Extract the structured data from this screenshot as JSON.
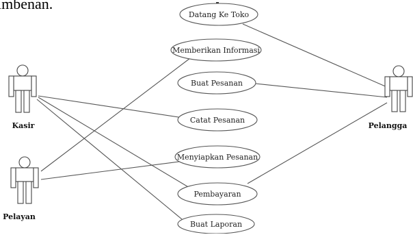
{
  "header_text": "imbenan.",
  "actors": [
    {
      "id": "kasir",
      "label": "Kasir"
    },
    {
      "id": "pelayan",
      "label": "Pelayan"
    },
    {
      "id": "pelanggan",
      "label": "Pelangga"
    }
  ],
  "use_cases": [
    {
      "id": "datang",
      "label": "Datang Ke Toko"
    },
    {
      "id": "memberikan",
      "label": "Memberikan Informasi"
    },
    {
      "id": "buat-pesanan",
      "label": "Buat Pesanan"
    },
    {
      "id": "catat",
      "label": "Catat Pesanan"
    },
    {
      "id": "menyiapkan",
      "label": "Menyiapkan Pesanan"
    },
    {
      "id": "pembayaran",
      "label": "Pembayaran"
    },
    {
      "id": "laporan",
      "label": "Buat Laporan"
    }
  ]
}
